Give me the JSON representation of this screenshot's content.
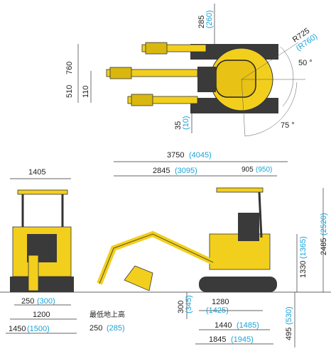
{
  "top_view": {
    "arm_offset_top": {
      "value": "285",
      "alt": "260"
    },
    "swing_radius": {
      "value": "R725",
      "alt": "R760"
    },
    "boom_swing_right_angle": "50 °",
    "boom_swing_left_angle": "75 °",
    "offset_760": "760",
    "offset_510": "510",
    "offset_110": "110",
    "offset_35": {
      "value": "35",
      "alt": "10"
    }
  },
  "front_view": {
    "height_1405": "1405",
    "track_gauge": "1200",
    "track_shoe_width": {
      "value": "250",
      "alt": "300"
    },
    "overall_width": {
      "value": "1450",
      "alt": "1500"
    }
  },
  "side_view": {
    "overall_length": {
      "value": "3750",
      "alt": "4045"
    },
    "length_2845": {
      "value": "2845",
      "alt": "3095"
    },
    "tail_905": {
      "value": "905",
      "alt": "950"
    },
    "overall_height": {
      "value": "2485",
      "alt": "2520"
    },
    "counterweight_height": {
      "value": "1330",
      "alt": "1365"
    },
    "blade_height": {
      "value": "300",
      "alt": "345"
    },
    "tumbler_distance": {
      "value": "1280",
      "alt": "1425"
    },
    "track_length_1440": {
      "value": "1440",
      "alt": "1485"
    },
    "track_length_1845": {
      "value": "1845",
      "alt": "1945"
    },
    "min_ground_clearance_label": "最低地上高",
    "min_ground_clearance": {
      "value": "250",
      "alt": "285"
    },
    "ground_495": {
      "value": "495",
      "alt": "530"
    }
  },
  "colors": {
    "machine": "#f2cf1d",
    "track": "#3a3a3a",
    "accent": "#1aa3d8"
  }
}
